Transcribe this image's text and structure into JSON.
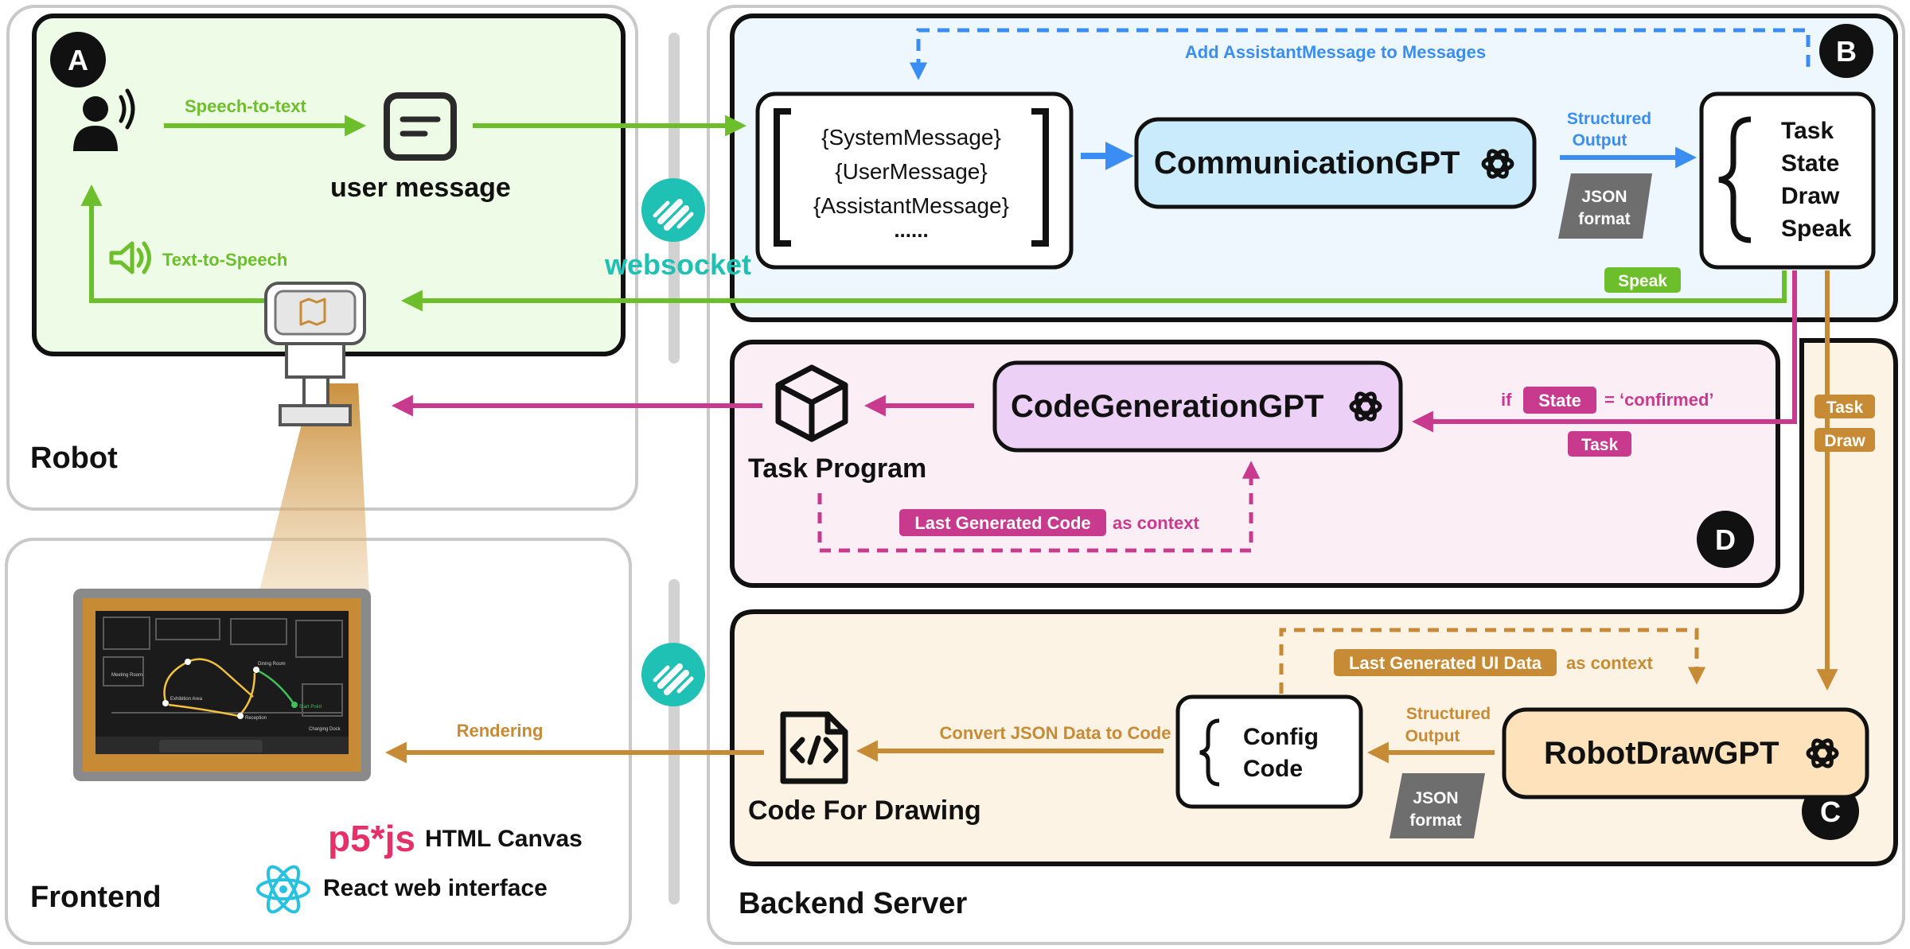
{
  "colors": {
    "green": "#6cbf2a",
    "blue": "#3a8df2",
    "pink": "#c83a8e",
    "brown": "#c78b35",
    "teal": "#1ec1b4",
    "robot_panel": "#eefbe6",
    "comm_panel": "#eef7fd",
    "codegen_panel": "#fbeef5",
    "draw_panel": "#fdf3e4"
  },
  "sections": {
    "robot": "Robot",
    "frontend": "Frontend",
    "backend": "Backend Server"
  },
  "badges": {
    "a": "A",
    "b": "B",
    "c": "C",
    "d": "D"
  },
  "robot": {
    "speech_to_text": "Speech-to-text",
    "user_message": "user message",
    "text_to_speech": "Text-to-Speech"
  },
  "websocket": {
    "label": "websocket"
  },
  "communication": {
    "add_assistant_message": "Add AssistantMessage to Messages",
    "messages": [
      "{SystemMessage}",
      "{UserMessage}",
      "{AssistantMessage}",
      "......"
    ],
    "model": "CommunicationGPT",
    "structured_output": [
      "Structured",
      "Output"
    ],
    "json_format": [
      "JSON",
      "format"
    ],
    "output_keys": [
      "Task",
      "State",
      "Draw",
      "Speak"
    ],
    "speak_tag": "Speak"
  },
  "codegen": {
    "model": "CodeGenerationGPT",
    "condition_if": "if",
    "condition_tag": "State",
    "condition_value": "= ‘confirmed’",
    "task_tag": "Task",
    "task_program": "Task Program",
    "last_code_tag": "Last Generated Code",
    "as_context": "as context"
  },
  "draw": {
    "task_tag": "Task",
    "draw_tag": "Draw",
    "model": "RobotDrawGPT",
    "structured_output": [
      "Structured",
      "Output"
    ],
    "json_format": [
      "JSON",
      "format"
    ],
    "config_lines": [
      "Config",
      "Code"
    ],
    "last_ui_tag": "Last Generated UI Data",
    "as_context": "as context",
    "convert": "Convert JSON Data to Code",
    "code_for_drawing": "Code For Drawing",
    "rendering": "Rendering"
  },
  "frontend": {
    "p5_logo": "p5*js",
    "html_canvas": "HTML Canvas",
    "react": "React web interface",
    "map_labels": [
      "Exhibition Area",
      "Reception",
      "Charging Dock",
      "Start Point",
      "Meeting Room",
      "Dining Room"
    ]
  }
}
